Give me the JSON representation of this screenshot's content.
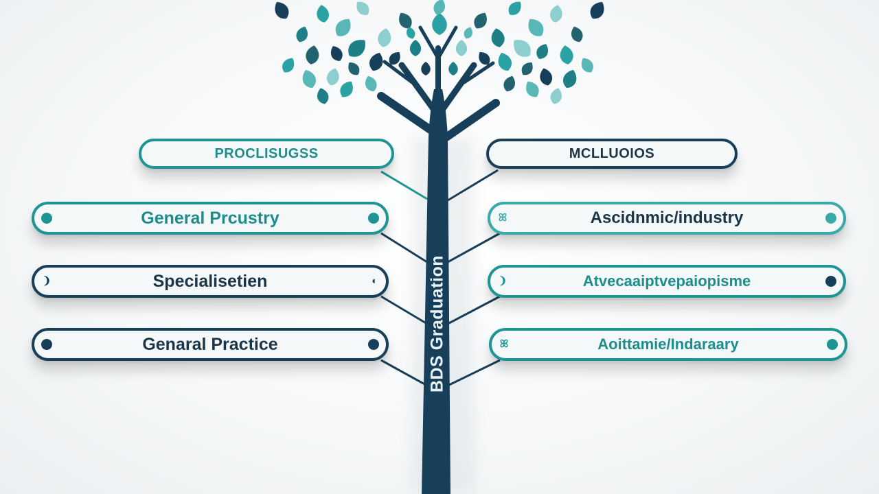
{
  "colors": {
    "navy": "#173f5a",
    "teal": "#1f9494",
    "teal_light": "#3aa9aa",
    "text_teal": "#1f8c8c",
    "text_navy": "#1b3548"
  },
  "trunk": {
    "label": "BDS Graduation"
  },
  "branches": {
    "left_header": {
      "label": "PROCLISUGSS"
    },
    "right_header": {
      "label": "MCLLUOIOS"
    },
    "left": [
      {
        "label": "General Prcustry",
        "left_marker": "dot",
        "right_marker": "dot"
      },
      {
        "label": "Specialisetien",
        "left_marker": "❩",
        "right_marker": "◖"
      },
      {
        "label": "Genaral Practice",
        "left_marker": "dot",
        "right_marker": "dot"
      }
    ],
    "right": [
      {
        "label": "Ascidnmic/industry",
        "left_marker": "ꕤ",
        "right_marker": "dot"
      },
      {
        "label": "Atvecaaiptvepaiopisme",
        "left_marker": "❩",
        "right_marker": "dot"
      },
      {
        "label": "Aoittamie/Indaraary",
        "left_marker": "ꕤ",
        "right_marker": "dot"
      }
    ]
  }
}
